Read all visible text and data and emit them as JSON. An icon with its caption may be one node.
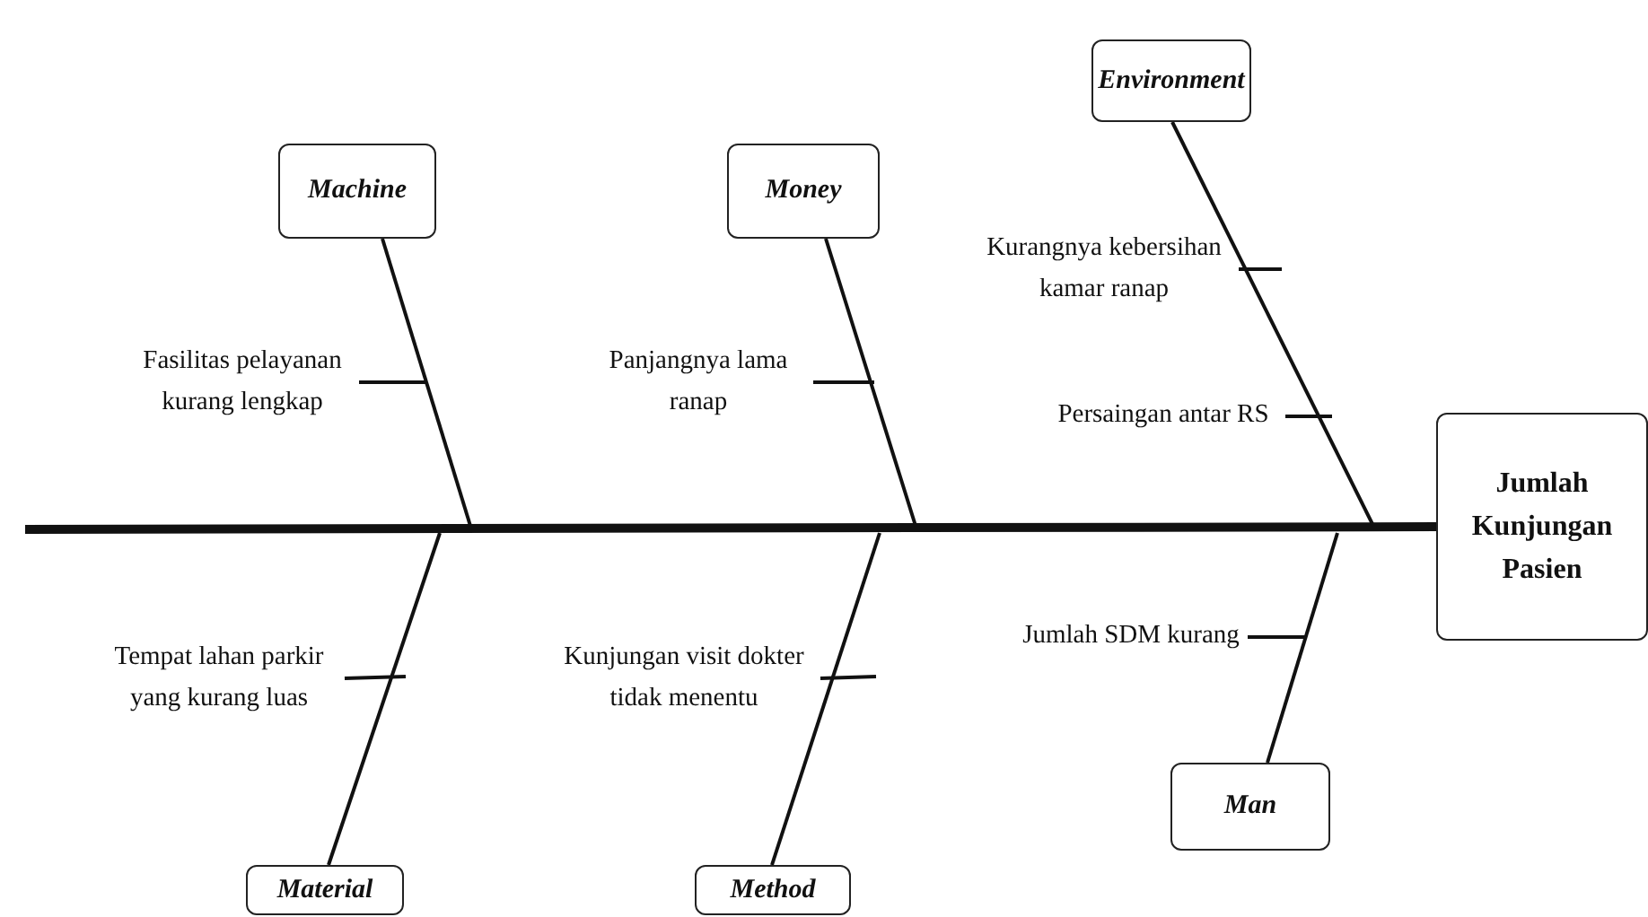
{
  "diagram": {
    "nodes": [
      {
        "text": [
          "Machine"
        ]
      },
      {
        "text": [
          "Money"
        ]
      },
      {
        "text": [
          "Environment"
        ]
      },
      {
        "text": [
          "Jumlah Kunjungan Pasien"
        ]
      },
      {
        "text": [
          "Material"
        ]
      },
      {
        "text": [
          "Method"
        ]
      },
      {
        "text": [
          "Man"
        ]
      },
      {
        "text": [
          "Fasilitas pelayanan kurang lengkap"
        ]
      },
      {
        "text": [
          "Panjangnya lama ranap"
        ]
      },
      {
        "text": [
          "Kurangnya kebersihan kamar ranap"
        ]
      },
      {
        "text": [
          "Persaingan antar RS"
        ]
      },
      {
        "text": [
          "Tempat lahan parkir yang kurang luas"
        ]
      },
      {
        "text": [
          "Kunjungan visit dokter tidak menentu"
        ]
      },
      {
        "text": [
          "Jumlah SDM kurang"
        ]
      }
    ],
    "edges": [
      {
        "from": null,
        "to": 3,
        "arrow": "none",
        "style": "thick"
      },
      {
        "from": 0,
        "to": null,
        "arrow": "none"
      },
      {
        "from": 1,
        "to": null,
        "arrow": "none"
      },
      {
        "from": 2,
        "to": null,
        "arrow": "none"
      },
      {
        "from": 4,
        "to": null,
        "arrow": "none"
      },
      {
        "from": 5,
        "to": null,
        "arrow": "none"
      },
      {
        "from": 6,
        "to": null,
        "arrow": "none"
      },
      {
        "from": 7,
        "to": null,
        "arrow": "none"
      },
      {
        "from": 8,
        "to": null,
        "arrow": "none"
      },
      {
        "from": 9,
        "to": null,
        "arrow": "none"
      },
      {
        "from": 10,
        "to": null,
        "arrow": "none"
      },
      {
        "from": 11,
        "to": null,
        "arrow": "none"
      },
      {
        "from": 12,
        "to": null,
        "arrow": "none"
      },
      {
        "from": 13,
        "to": null,
        "arrow": "none"
      }
    ]
  }
}
